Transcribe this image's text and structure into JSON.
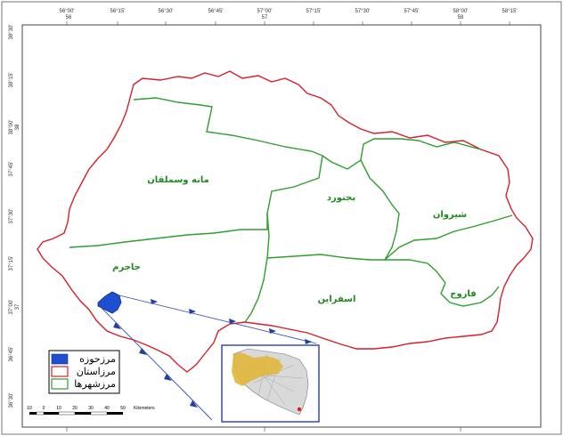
{
  "grid": {
    "top_lon": [
      "56°00'",
      "56°15'",
      "56°30'",
      "56°45'",
      "57°00'",
      "57°15'",
      "57°30'",
      "57°45'",
      "58°00'",
      "58°15'"
    ],
    "top_zone": [
      "56",
      "",
      "",
      "",
      "57",
      "",
      "",
      "",
      "58",
      ""
    ],
    "left_lat": [
      "38°30'",
      "38°15'",
      "38°00'",
      "37°45'",
      "37°30'",
      "37°15'",
      "37°00'",
      "36°45'",
      "36°30'"
    ],
    "left_zone": [
      "",
      "",
      "38",
      "",
      "",
      "",
      "37",
      "",
      ""
    ]
  },
  "counties": {
    "maneh": "مانه وسملقان",
    "bojnurd": "بجنورد",
    "shirvan": "شیروان",
    "jajarm": "جاجرم",
    "esfarayen": "اسفراین",
    "faruj": "فاروج"
  },
  "legend": {
    "basin": "مرزحوزه",
    "province": "مرزاستان",
    "county": "مرزشهرها",
    "colors": {
      "basin": "#1f4fd1",
      "province": "#d61f2b",
      "county": "#2e9e2e"
    }
  },
  "scale": {
    "ticks": [
      "10",
      "0",
      "10",
      "20",
      "30",
      "40",
      "50"
    ],
    "unit": "Kilometers"
  }
}
